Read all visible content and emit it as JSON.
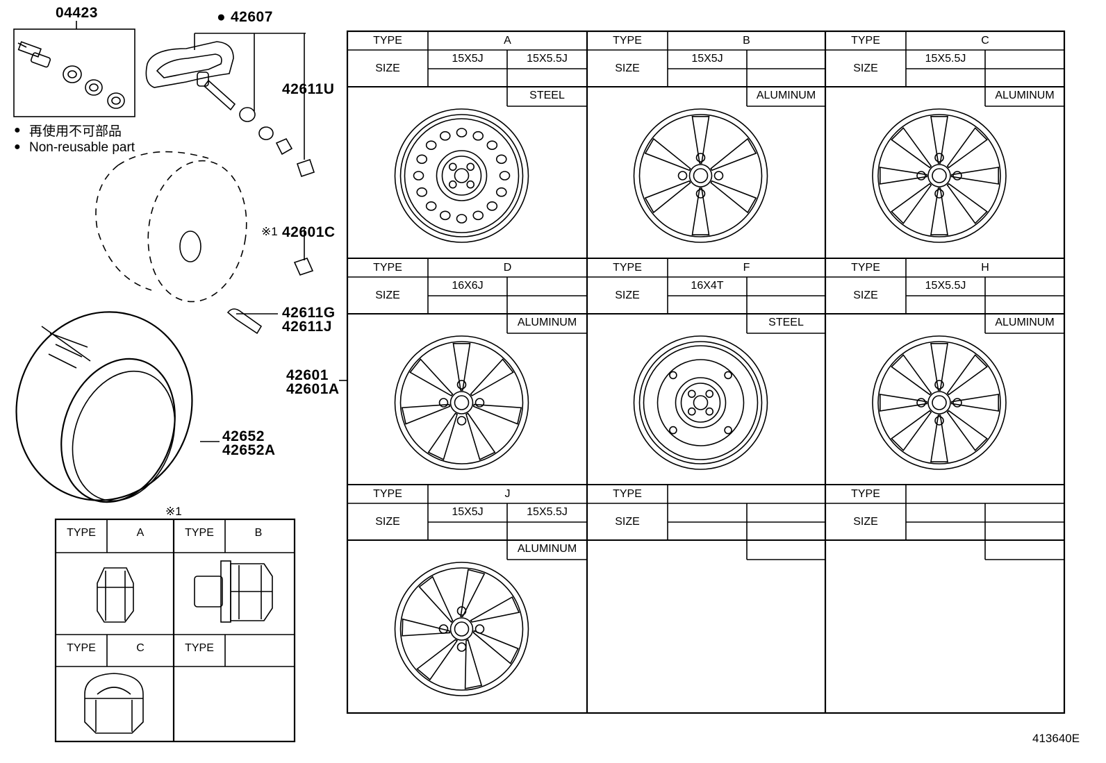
{
  "parts": {
    "valve_kit": "04423",
    "sensor": "42607",
    "sensor_bullet": "●",
    "valve_cap": "42611U",
    "hub_nut": "42601C",
    "hub_nut_mark": "※1",
    "valve_g": "42611G",
    "valve_j": "42611J",
    "wheel": "42601",
    "wheel_a": "42601A",
    "tire": "42652",
    "tire_a": "42652A"
  },
  "legend": {
    "bullet": "●",
    "japanese": "再使用不可部品",
    "english": "Non-reusable part"
  },
  "wheel_table": {
    "type_label": "TYPE",
    "size_label": "SIZE",
    "cells": [
      {
        "type": "A",
        "sizes": [
          "15X5J",
          "15X5.5J"
        ],
        "material": "STEEL",
        "style": "steel-holes"
      },
      {
        "type": "B",
        "sizes": [
          "15X5J",
          ""
        ],
        "material": "ALUMINUM",
        "style": "six-spoke"
      },
      {
        "type": "C",
        "sizes": [
          "15X5.5J",
          ""
        ],
        "material": "ALUMINUM",
        "style": "eight-spoke"
      },
      {
        "type": "D",
        "sizes": [
          "16X6J",
          ""
        ],
        "material": "ALUMINUM",
        "style": "seven-spoke"
      },
      {
        "type": "F",
        "sizes": [
          "16X4T",
          ""
        ],
        "material": "STEEL",
        "style": "steel-spare"
      },
      {
        "type": "H",
        "sizes": [
          "15X5.5J",
          ""
        ],
        "material": "ALUMINUM",
        "style": "eight-spoke"
      },
      {
        "type": "J",
        "sizes": [
          "15X5J",
          "15X5.5J"
        ],
        "material": "ALUMINUM",
        "style": "twisted-spoke"
      },
      {
        "type": "",
        "sizes": [
          "",
          ""
        ],
        "material": "",
        "style": "none"
      },
      {
        "type": "",
        "sizes": [
          "",
          ""
        ],
        "material": "",
        "style": "none"
      }
    ]
  },
  "nut_table": {
    "mark": "※1",
    "type_label": "TYPE",
    "cells": [
      {
        "type": "A",
        "style": "acorn-short"
      },
      {
        "type": "B",
        "style": "flanged-long"
      },
      {
        "type": "C",
        "style": "capped"
      },
      {
        "type": "",
        "style": "none"
      }
    ]
  },
  "figure_id": "413640E"
}
